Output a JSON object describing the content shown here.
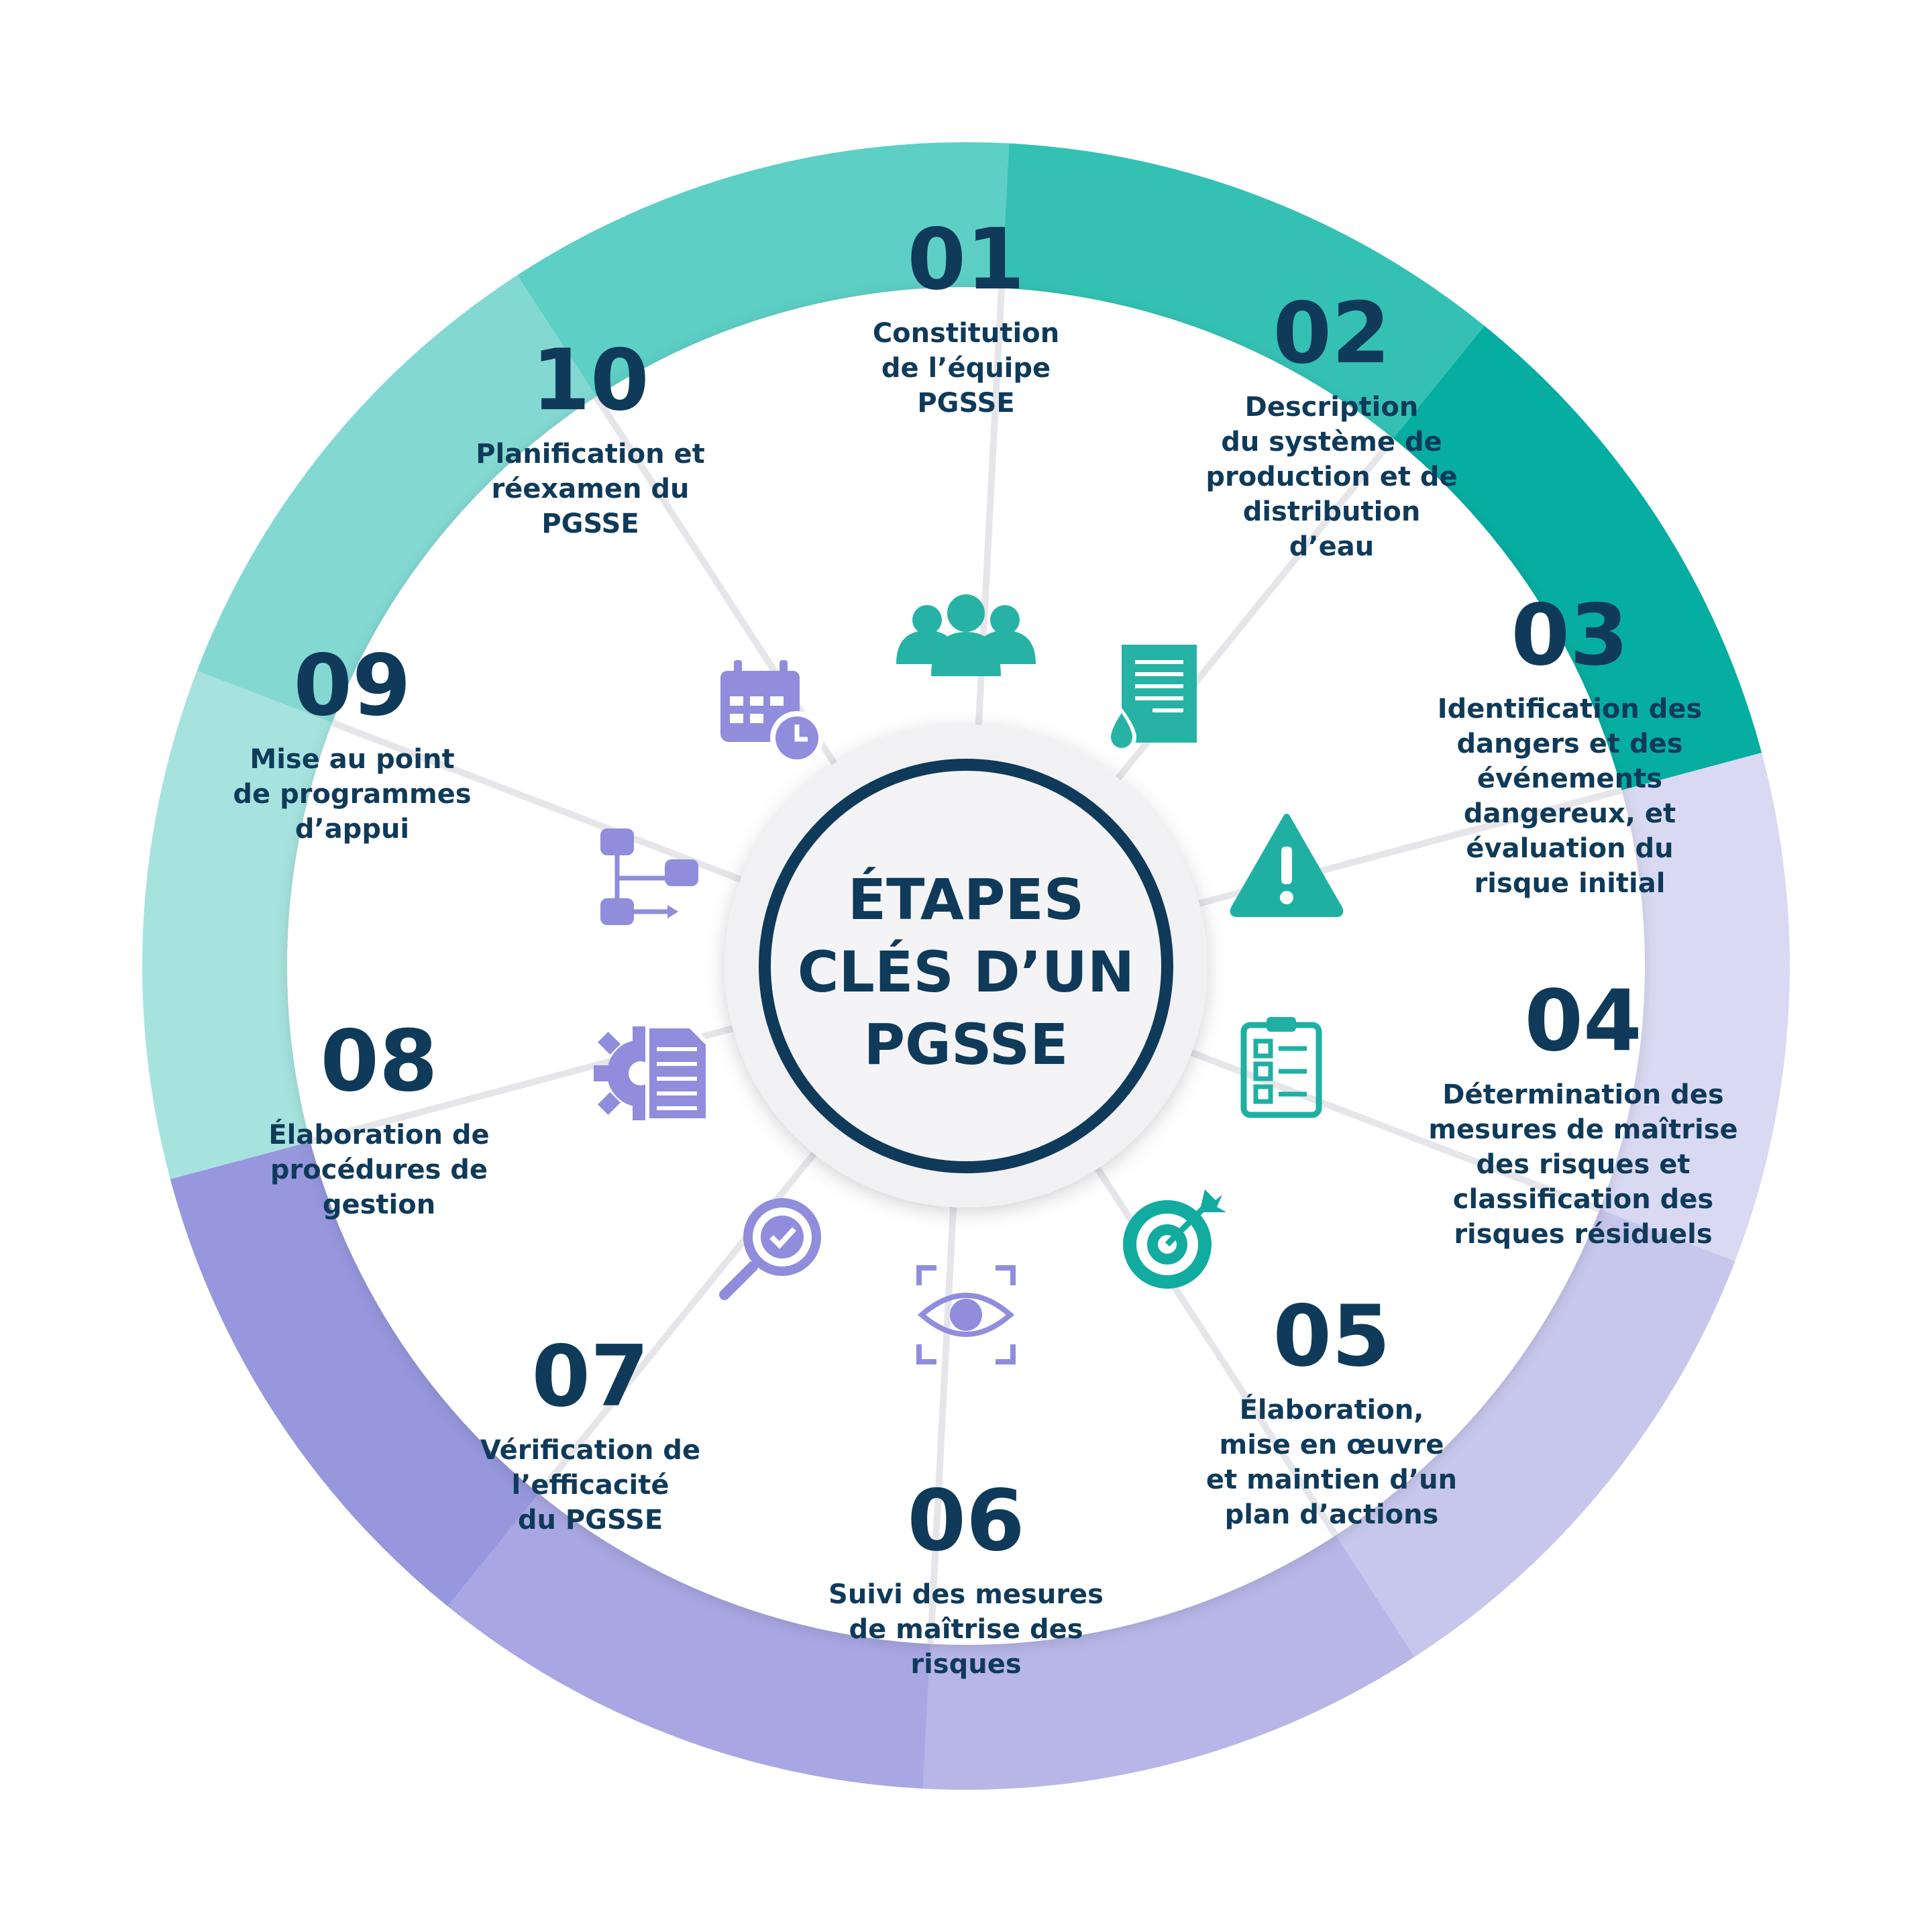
{
  "center": {
    "title_lines": [
      "ÉTAPES",
      "CLÉS D’UN",
      "PGSSE"
    ]
  },
  "steps": [
    {
      "number": "01",
      "label_lines": [
        "Constitution",
        "de l’équipe",
        "PGSSE"
      ],
      "color": "#a6e3de",
      "icon": "team-icon",
      "icon_color": "#26b3a6"
    },
    {
      "number": "02",
      "label_lines": [
        "Description",
        "du système de",
        "production et de",
        "distribution",
        "d’eau"
      ],
      "color": "#83d9d2",
      "icon": "water-document-icon",
      "icon_color": "#26b3a6"
    },
    {
      "number": "03",
      "label_lines": [
        "Identification des",
        "dangers et des",
        "événements",
        "dangereux, et",
        "évaluation du",
        "risque initial"
      ],
      "color": "#5dcfc5",
      "icon": "warning-icon",
      "icon_color": "#1fb0a3"
    },
    {
      "number": "04",
      "label_lines": [
        "Détermination des",
        "mesures de maîtrise",
        "des risques et",
        "classification des",
        "risques résiduels"
      ],
      "color": "#34c1b4",
      "icon": "checklist-icon",
      "icon_color": "#1fb0a3"
    },
    {
      "number": "05",
      "label_lines": [
        "Élaboration,",
        "mise en œuvre",
        "et maintien d’un",
        "plan d’actions"
      ],
      "color": "#06aea1",
      "icon": "target-icon",
      "icon_color": "#12ab9f"
    },
    {
      "number": "06",
      "label_lines": [
        "Suivi des mesures",
        "de maîtrise des",
        "risques"
      ],
      "color": "#d9d9f3",
      "icon": "eye-scan-icon",
      "icon_color": "#8f8ddc"
    },
    {
      "number": "07",
      "label_lines": [
        "Vérification de",
        "l’efficacité",
        "du PGSSE"
      ],
      "color": "#c7c6ec",
      "icon": "magnifier-check-icon",
      "icon_color": "#8f8ddc"
    },
    {
      "number": "08",
      "label_lines": [
        "Élaboration de",
        "procédures de",
        "gestion"
      ],
      "color": "#b7b6e7",
      "icon": "gear-document-icon",
      "icon_color": "#8f8ddc"
    },
    {
      "number": "09",
      "label_lines": [
        "Mise au point",
        "de programmes",
        "d’appui"
      ],
      "color": "#a8a7e3",
      "icon": "workflow-icon",
      "icon_color": "#8f8ddc"
    },
    {
      "number": "10",
      "label_lines": [
        "Planification et",
        "réexamen du",
        "PGSSE"
      ],
      "color": "#9797de",
      "icon": "calendar-clock-icon",
      "icon_color": "#8f8ddc"
    }
  ]
}
